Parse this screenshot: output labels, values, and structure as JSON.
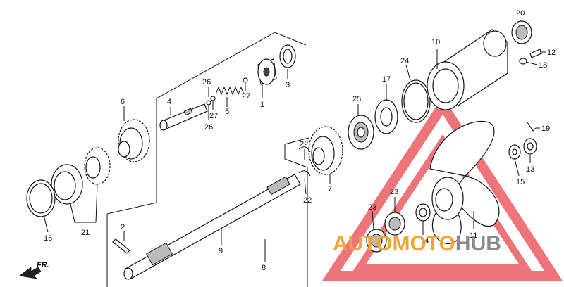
{
  "callouts": [
    "1",
    "2",
    "3",
    "4",
    "5",
    "6",
    "7",
    "8",
    "9",
    "10",
    "11",
    "12",
    "13",
    "14",
    "15",
    "16",
    "17",
    "18",
    "19",
    "20",
    "21",
    "22",
    "22",
    "23",
    "23",
    "24",
    "25",
    "26",
    "26",
    "27",
    "27"
  ],
  "direction_label": "FR.",
  "watermark": {
    "part1": "AUTO",
    "part2": "MOTO",
    "part3": "HUB",
    "color_red": "#e8474d",
    "color_orange": "#f2a43a",
    "color_gray": "#8a8a8a"
  }
}
